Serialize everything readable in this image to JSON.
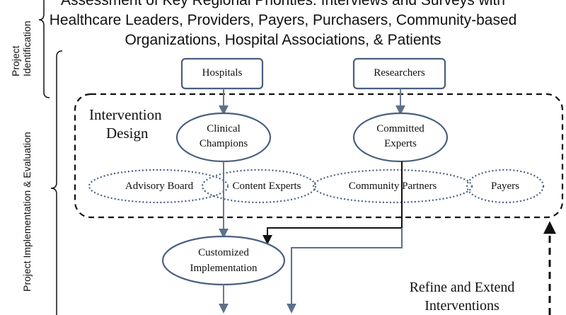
{
  "header": {
    "line1": "Assessment of Key Regional Priorities: Interviews and Surveys with",
    "line2": "Healthcare Leaders, Providers, Payers, Purchasers, Community-based",
    "line3": "Organizations, Hospital Associations, & Patients"
  },
  "side_labels": {
    "project": "Project",
    "identification": "Identification",
    "implementation": "Project Implementation & Evaluation"
  },
  "boxes": {
    "hospitals": "Hospitals",
    "researchers": "Researchers"
  },
  "intervention": {
    "line1": "Intervention",
    "line2": "Design"
  },
  "nodes": {
    "clinical_1": "Clinical",
    "clinical_2": "Champions",
    "committed_1": "Committed",
    "committed_2": "Experts",
    "customized_1": "Customized",
    "customized_2": "Implementation"
  },
  "stakeholders": {
    "advisory": "Advisory Board",
    "content": "Content Experts",
    "community": "Community Partners",
    "payers": "Payers"
  },
  "refine": {
    "line1": "Refine and Extend",
    "line2": "Interventions"
  },
  "colors": {
    "node_border": "#4a5f80",
    "arrow": "#6a7a93",
    "dashed": "#111111"
  }
}
